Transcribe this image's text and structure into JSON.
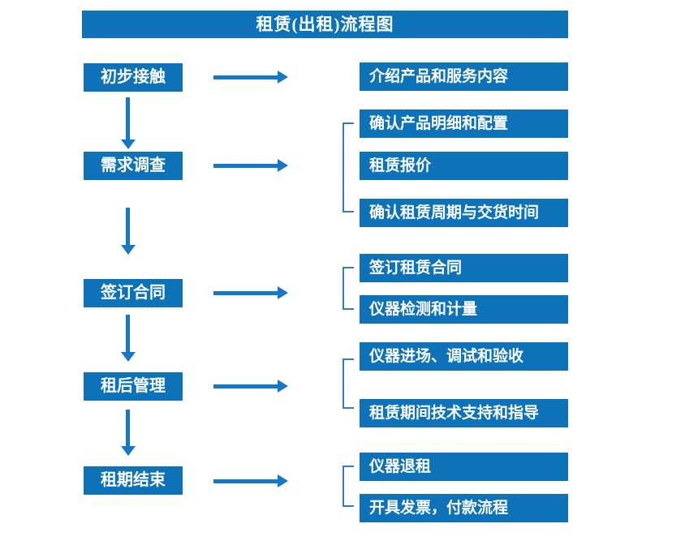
{
  "title": "租赁(出租)流程图",
  "flow": [
    {
      "step": "初步接触",
      "outputs": [
        "介绍产品和服务内容"
      ]
    },
    {
      "step": "需求调查",
      "outputs": [
        "确认产品明细和配置",
        "租赁报价",
        "确认租赁周期与交货时间"
      ]
    },
    {
      "step": "签订合同",
      "outputs": [
        "签订租赁合同",
        "仪器检测和计量"
      ]
    },
    {
      "step": "租后管理",
      "outputs": [
        "仪器进场、调试和验收",
        "租赁期间技术支持和指导"
      ]
    },
    {
      "step": "租期结束",
      "outputs": [
        "仪器退租",
        "开具发票，付款流程"
      ]
    }
  ],
  "colors": {
    "box_fill": "#0e72b9",
    "arrow": "#1577c8",
    "bracket": "#3a7abf",
    "text": "#ffffff",
    "background": "#ffffff"
  }
}
